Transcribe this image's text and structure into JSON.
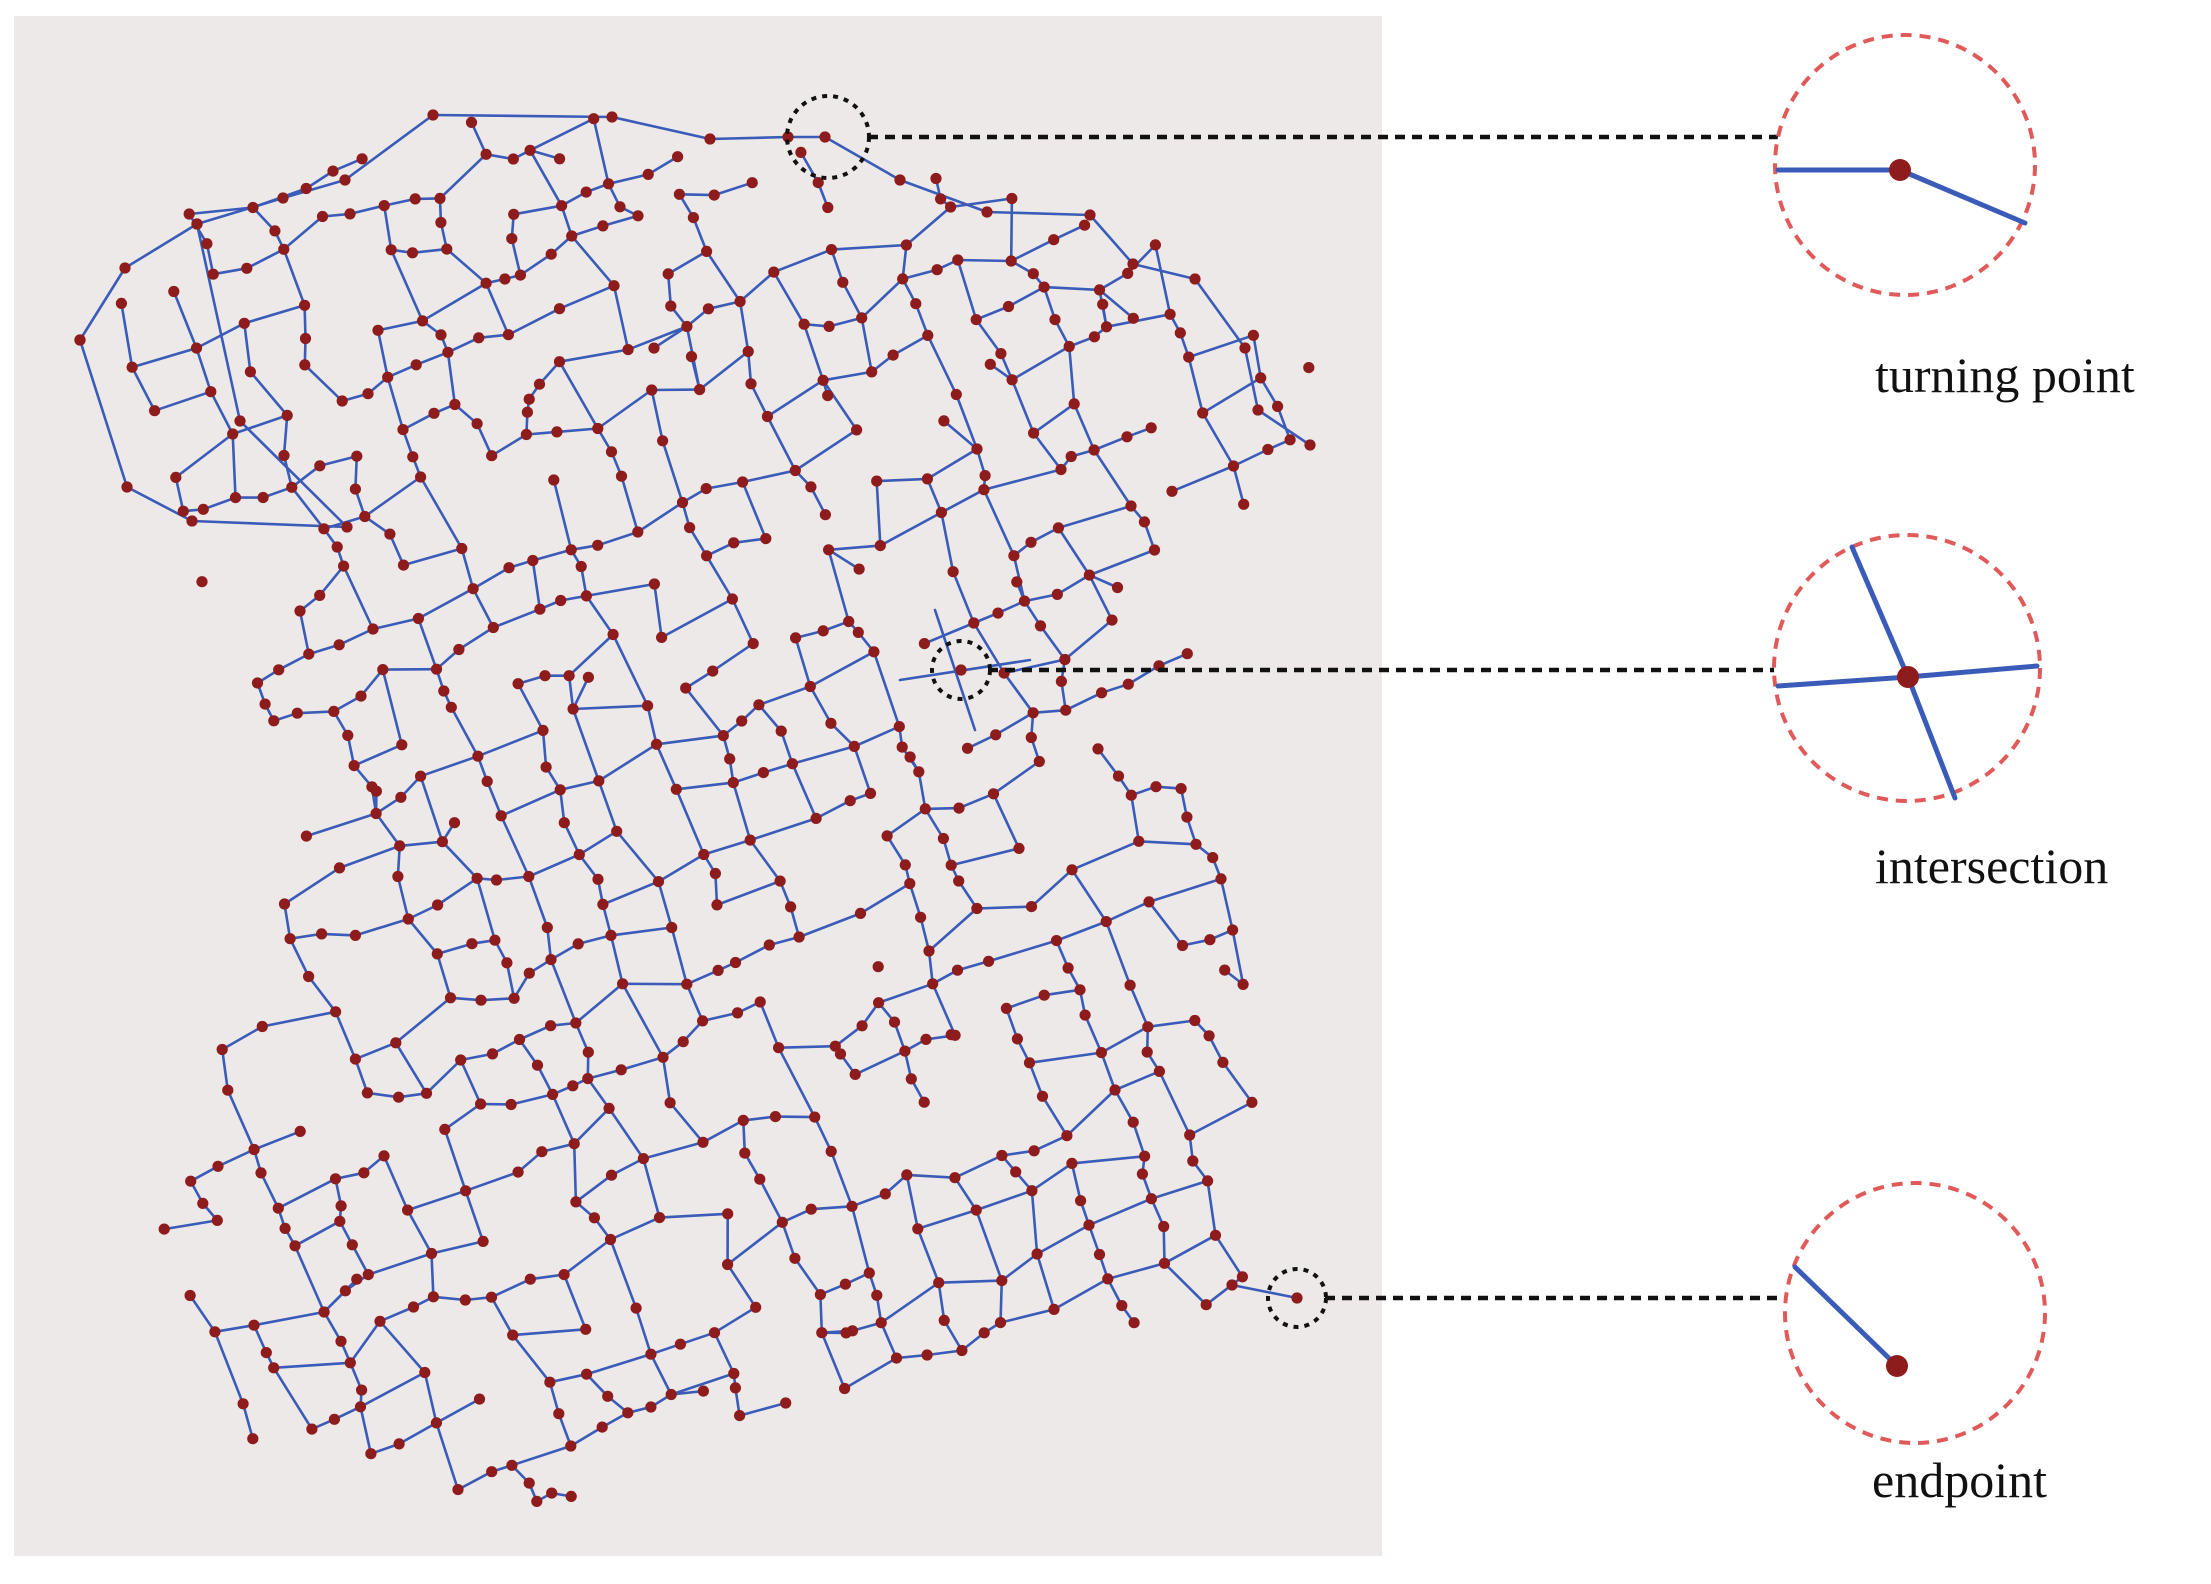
{
  "labels": {
    "turning_point": "turning point",
    "intersection": "intersection",
    "endpoint": "endpoint"
  },
  "colors": {
    "background": "#ffffff",
    "map_background": "#ece9e8",
    "road": "#3a5bb8",
    "node": "#8e1c1c",
    "zoom_outline": "#e05a5a",
    "leader": "#111111"
  }
}
